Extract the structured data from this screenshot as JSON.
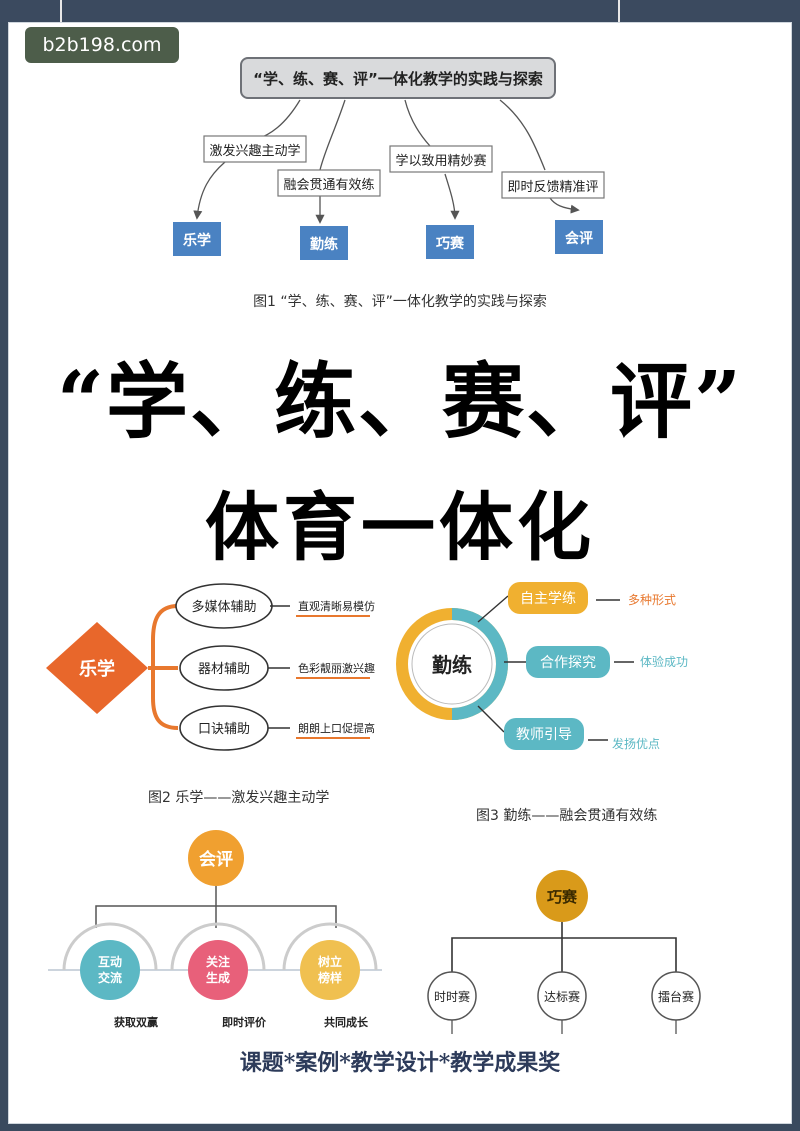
{
  "watermark": "b2b198.com",
  "fig1": {
    "root": "“学、练、赛、评”一体化教学的实践与探索",
    "edges": [
      "激发兴趣主动学",
      "融会贯通有效练",
      "学以致用精妙赛",
      "即时反馈精准评"
    ],
    "nodes": [
      "乐学",
      "勤练",
      "巧赛",
      "会评"
    ],
    "caption": "图1 “学、练、赛、评”一体化教学的实践与探索"
  },
  "headline": {
    "line1": "“学、练、赛、评”",
    "line2": "体育一体化"
  },
  "fig2": {
    "center": "乐学",
    "items": [
      "多媒体辅助",
      "器材辅助",
      "口诀辅助"
    ],
    "notes": [
      "直观清晰易模仿",
      "色彩靓丽激兴趣",
      "朗朗上口促提高"
    ],
    "caption": "图2 乐学——激发兴趣主动学"
  },
  "fig3": {
    "center": "勤练",
    "items": [
      "自主学练",
      "合作探究",
      "教师引导"
    ],
    "notes": [
      "多种形式",
      "体验成功",
      "发扬优点"
    ],
    "caption": "图3 勤练——融会贯通有效练"
  },
  "fig4": {
    "root": "会评",
    "items": [
      "互动\n交流",
      "关注\n生成",
      "树立\n榜样"
    ],
    "notes": [
      "获取双赢",
      "即时评价",
      "共同成长"
    ]
  },
  "fig5": {
    "root": "巧赛",
    "items": [
      "时时赛",
      "达标赛",
      "擂台赛"
    ]
  },
  "footer": "课题*案例*教学设计*教学成果奖",
  "colors": {
    "blue_node": "#4a82c2",
    "orange": "#e8782e",
    "gold": "#f0b030",
    "teal": "#5cb8c4",
    "navy": "#2d3b5a",
    "amber": "#d99a1a"
  }
}
